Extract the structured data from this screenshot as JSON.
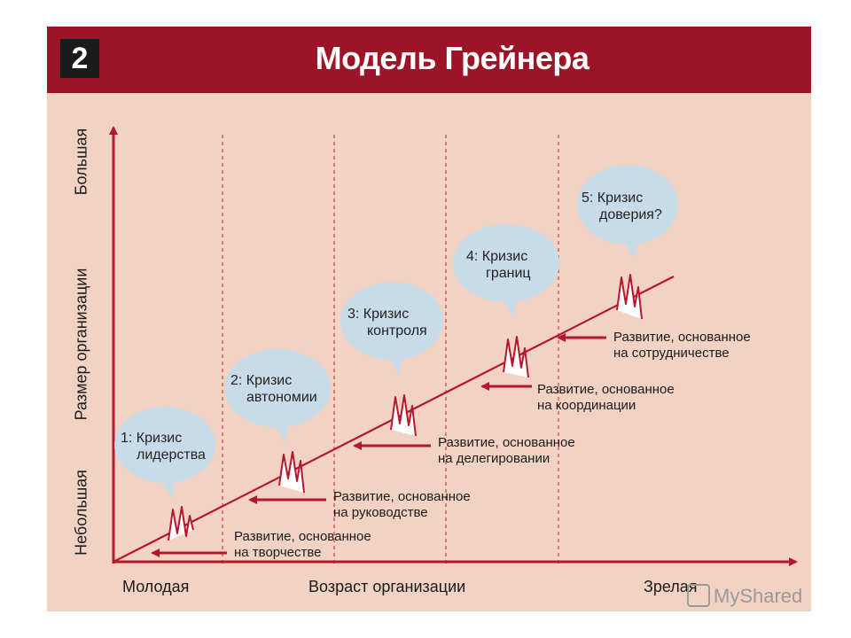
{
  "header": {
    "number": "2",
    "title": "Модель Грейнера"
  },
  "axes": {
    "x_title": "Возраст организации",
    "x_start": "Молодая",
    "x_end": "Зрелая",
    "y_title": "Размер организации",
    "y_start": "Небольшая",
    "y_end": "Большая"
  },
  "crises": [
    {
      "line1": "1: Кризис",
      "line2": "лидерства"
    },
    {
      "line1": "2: Кризис",
      "line2": "автономии"
    },
    {
      "line1": "3: Кризис",
      "line2": "контроля"
    },
    {
      "line1": "4: Кризис",
      "line2": "границ"
    },
    {
      "line1": "5: Кризис",
      "line2": "доверия?"
    }
  ],
  "developments": [
    {
      "line1": "Развитие, основанное",
      "line2": "на творчестве"
    },
    {
      "line1": "Развитие, основанное",
      "line2": "на руководстве"
    },
    {
      "line1": "Развитие, основанное",
      "line2": "на делегировании"
    },
    {
      "line1": "Развитие, основанное",
      "line2": "на координации"
    },
    {
      "line1": "Развитие, основанное",
      "line2": "на сотрудничестве"
    }
  ],
  "colors": {
    "header_bg": "#9c1428",
    "panel_bg": "#f2d3c3",
    "accent_red": "#b5172d",
    "bubble": "#c8dbe9"
  },
  "watermark": "MyShared"
}
